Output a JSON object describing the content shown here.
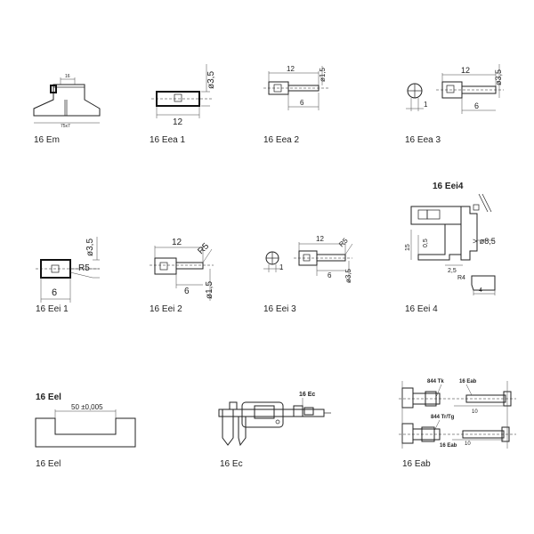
{
  "items": [
    {
      "caption": "16 Em",
      "dims": [
        "16",
        "75x7"
      ]
    },
    {
      "caption": "16 Eea 1",
      "dims": [
        "12",
        "ø3,5"
      ]
    },
    {
      "caption": "16 Eea 2",
      "dims": [
        "12",
        "ø1,5",
        "6"
      ]
    },
    {
      "caption": "16 Eea 3",
      "dims": [
        "12",
        "ø3,5",
        "6",
        "1"
      ]
    },
    {
      "caption": "16 Eei 1",
      "dims": [
        "ø3,5",
        "R5",
        "6"
      ]
    },
    {
      "caption": "16 Eei 2",
      "dims": [
        "12",
        "R5",
        "6",
        "ø1,5"
      ]
    },
    {
      "caption": "16 Eei 3",
      "dims": [
        "12",
        "R5",
        "6",
        "ø3,5",
        "1"
      ]
    },
    {
      "caption": "16 Eei 4",
      "title": "16 Eei4",
      "dims": [
        "15",
        "0,5",
        "> ø8,5",
        "2,5",
        "R4",
        "4"
      ]
    },
    {
      "caption": "16 Eel",
      "title": "16 Eel",
      "dims": [
        "50 ±0,005"
      ]
    },
    {
      "caption": "16 Ec",
      "title": "16 Ec"
    },
    {
      "caption": "16 Eab",
      "labels": [
        "844 Tk",
        "16 Eab",
        "10",
        "844 Tr/Tg",
        "16 Eab",
        "10"
      ]
    }
  ]
}
